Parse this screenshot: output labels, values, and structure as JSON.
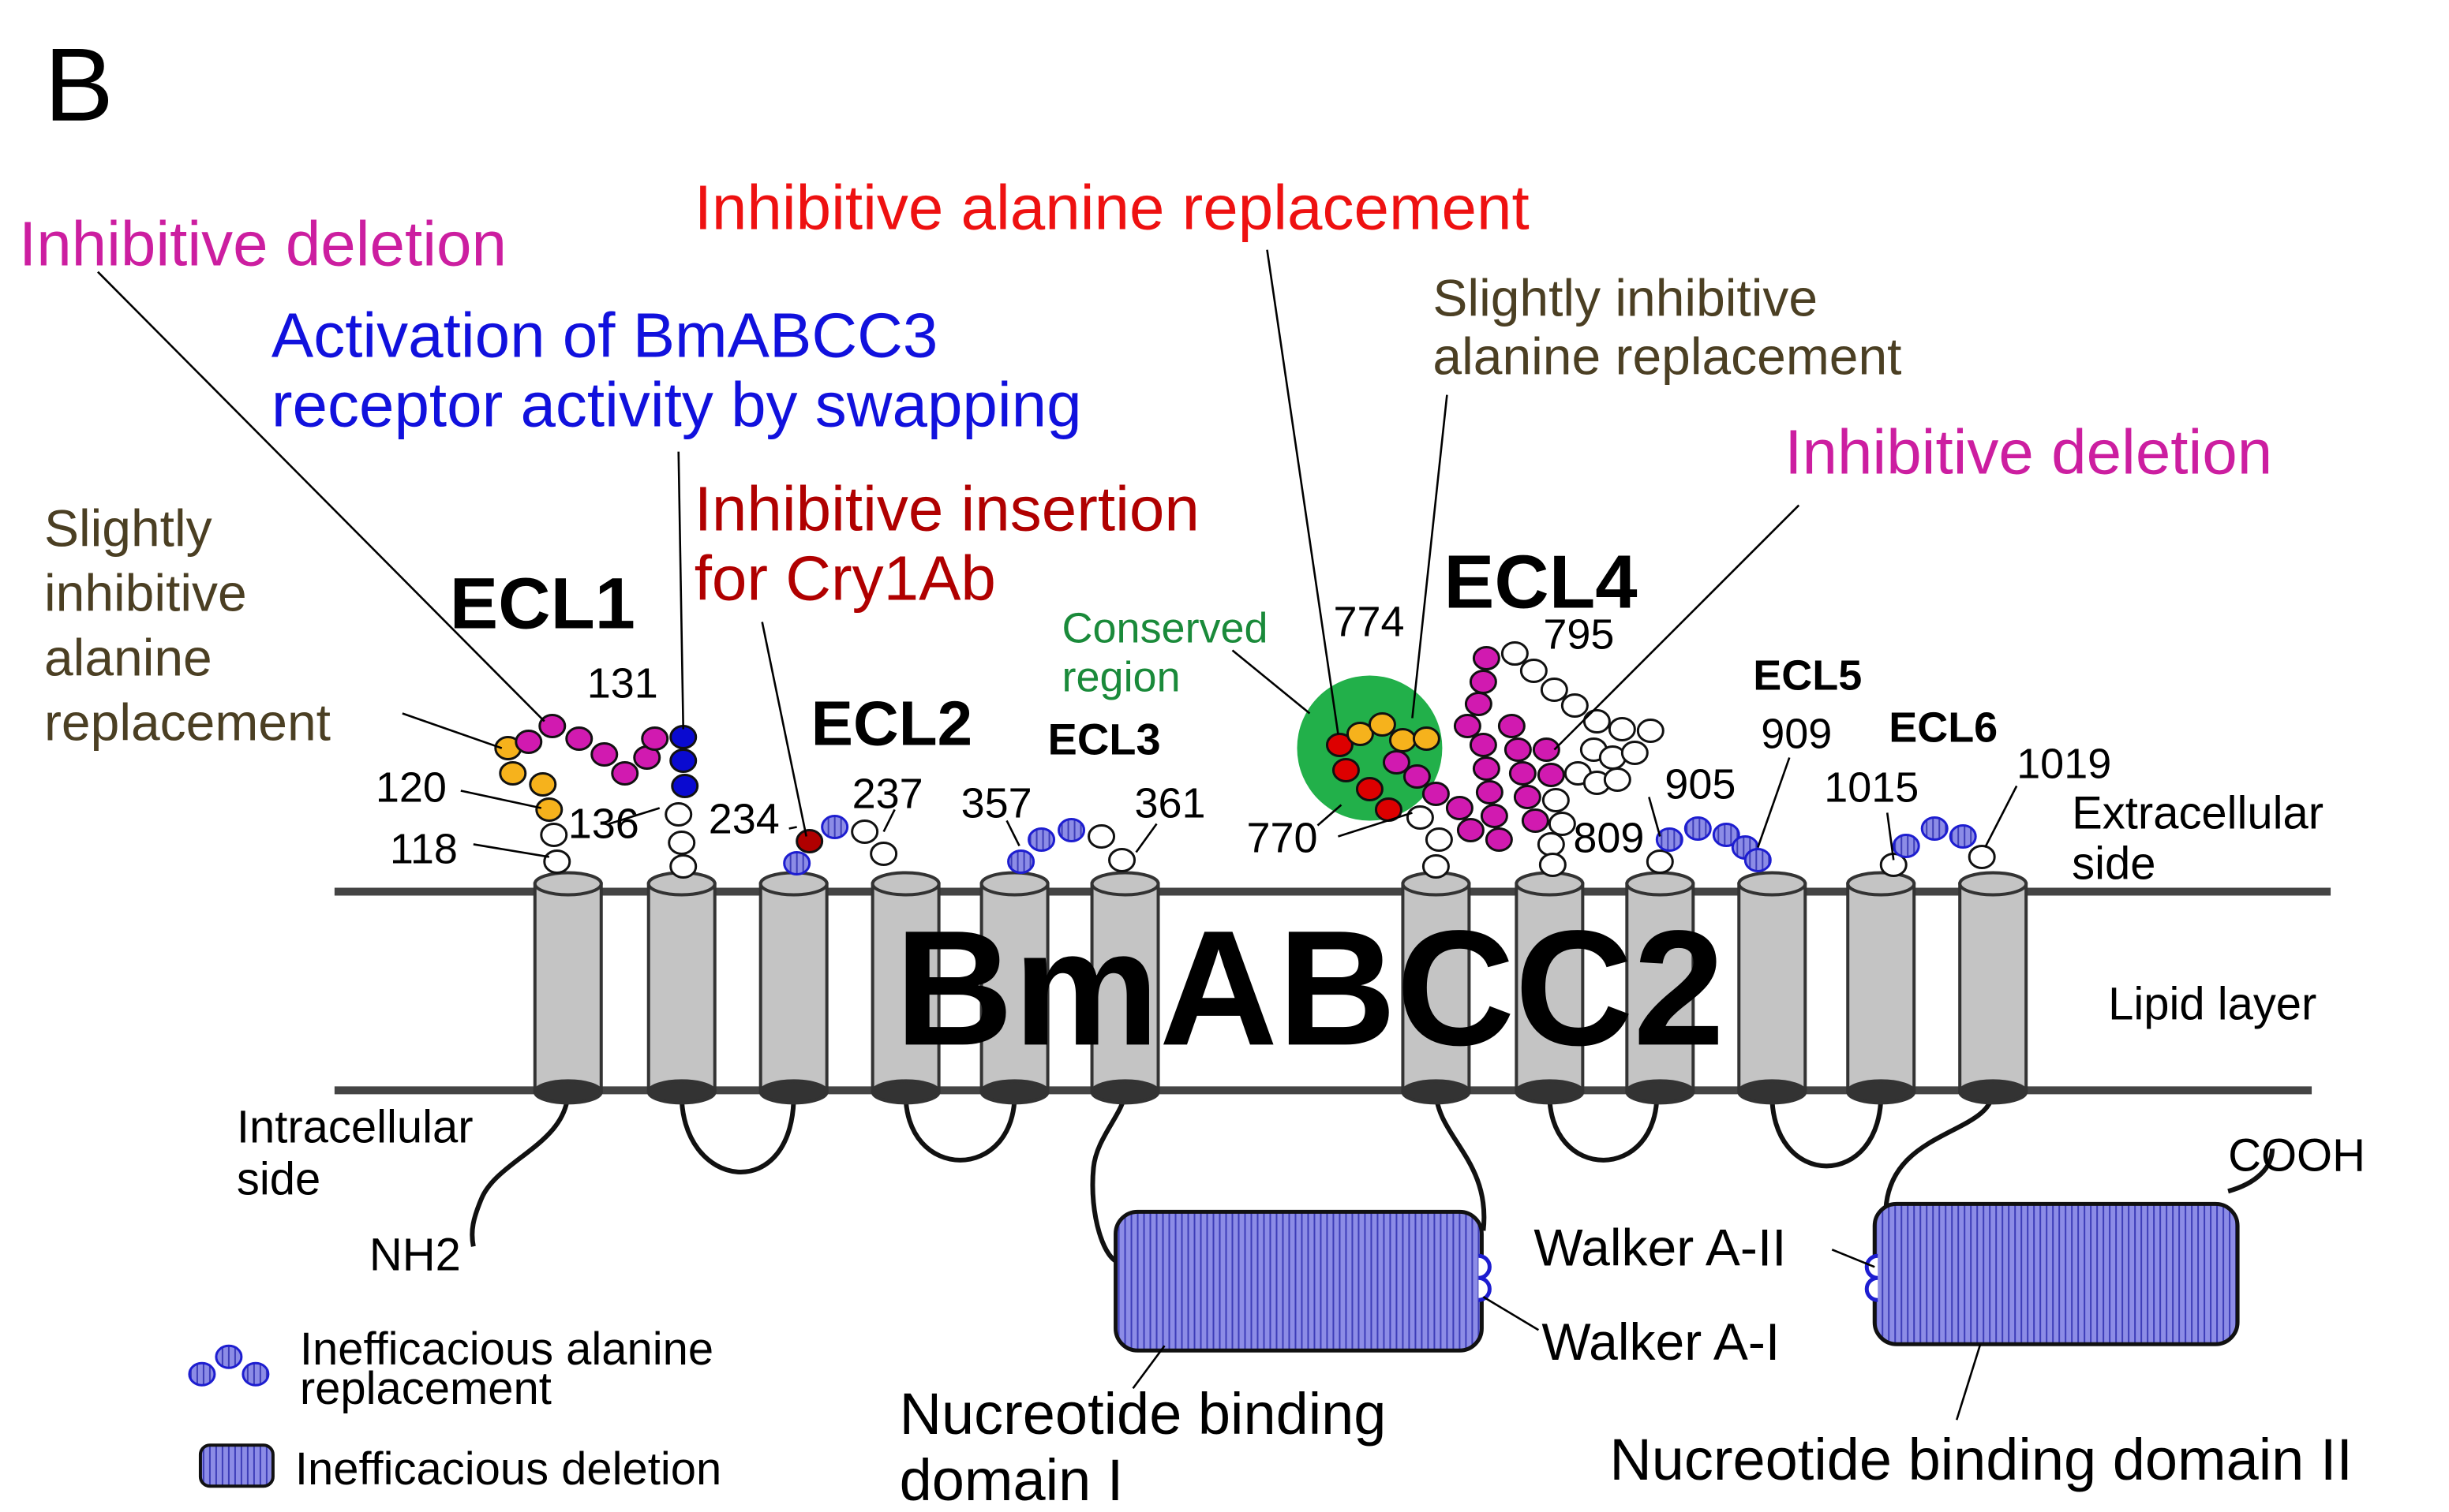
{
  "panel_label": "B",
  "protein_name": "BmABCC2",
  "colors": {
    "magenta": "#cc1ea0",
    "blue": "#1111dd",
    "red": "#ee1111",
    "darkred": "#b00000",
    "olive": "#4b3f23",
    "green": "#1a8a3a",
    "conserved_fill": "#22b04a",
    "orange_residue": "#f6b21c",
    "magenta_residue": "#d11ab0",
    "blue_residue": "#0a0ad0",
    "red_residue": "#dd0000",
    "darkred_residue": "#b00000",
    "domain_fill": "#8c8ce6",
    "domain_stripe": "#5555cc",
    "helix_fill": "#c4c4c4",
    "helix_bottom": "#333333"
  },
  "loops": {
    "ecl1": "ECL1",
    "ecl2": "ECL2",
    "ecl3": "ECL3",
    "ecl4": "ECL4",
    "ecl5": "ECL5",
    "ecl6": "ECL6"
  },
  "annotations": {
    "inhibitive_deletion_left": "Inhibitive deletion",
    "activation_line1": "Activation of BmABCC3",
    "activation_line2": "receptor activity by swapping",
    "slightly_inhibitive_left": [
      "Slightly",
      "inhibitive",
      "alanine",
      "replacement"
    ],
    "inhibitive_insertion_line1": "Inhibitive insertion",
    "inhibitive_insertion_line2": "for Cry1Ab",
    "inhibitive_alanine": "Inhibitive alanine replacement",
    "slightly_inhibitive_right_line1": "Slightly inhibitive",
    "slightly_inhibitive_right_line2": "alanine replacement",
    "inhibitive_deletion_right": "Inhibitive deletion",
    "conserved_line1": "Conserved",
    "conserved_line2": "region"
  },
  "residues": {
    "r118": "118",
    "r120": "120",
    "r131": "131",
    "r136": "136",
    "r234": "234",
    "r237": "237",
    "r357": "357",
    "r361": "361",
    "r770": "770",
    "r774": "774",
    "r795": "795",
    "r809": "809",
    "r905": "905",
    "r909": "909",
    "r1015": "1015",
    "r1019": "1019"
  },
  "membrane": {
    "extracellular_line1": "Extracellular",
    "extracellular_line2": "side",
    "lipid_layer": "Lipid layer",
    "intracellular_line1": "Intracellular",
    "intracellular_line2": "side",
    "nh2": "NH2",
    "cooh": "COOH"
  },
  "domains": {
    "walker_a2": "Walker A-II",
    "walker_a1": "Walker A-I",
    "nbd1_line1": "Nucreotide binding",
    "nbd1_line2": "domain I",
    "nbd2": "Nucreotide binding domain II"
  },
  "legend": {
    "ineff_alanine_line1": "Inefficacious alanine",
    "ineff_alanine_line2": "replacement",
    "ineff_deletion": "Inefficacious deletion"
  }
}
